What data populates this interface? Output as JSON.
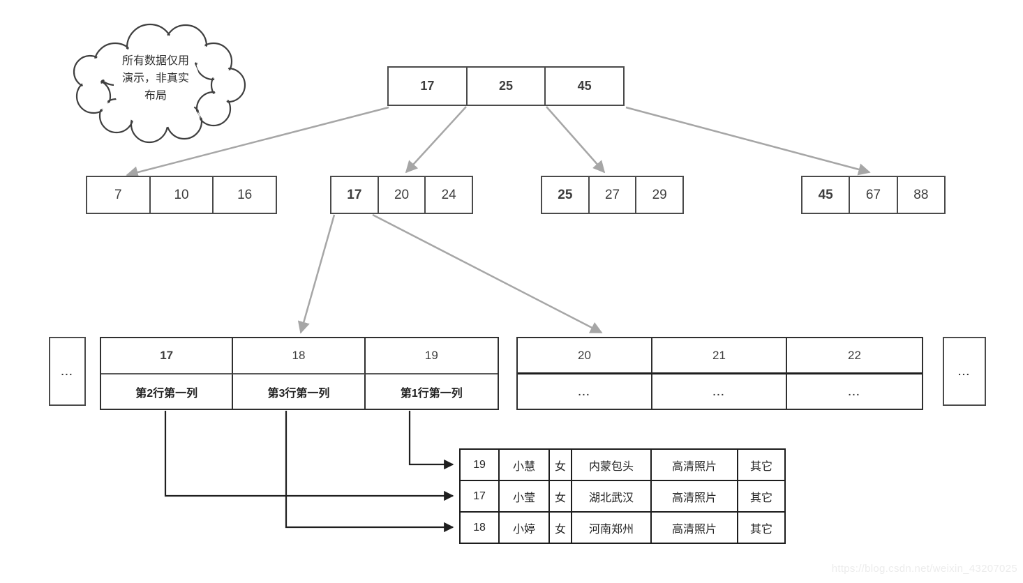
{
  "cloud": {
    "line1": "所有数据仅用",
    "line2": "演示，非真实",
    "line3": "布局"
  },
  "tree": {
    "root": [
      "17",
      "25",
      "45"
    ],
    "level2": [
      [
        "7",
        "10",
        "16"
      ],
      [
        "17",
        "20",
        "24"
      ],
      [
        "25",
        "27",
        "29"
      ],
      [
        "45",
        "67",
        "88"
      ]
    ],
    "ellipsis_left": "...",
    "ellipsis_right": "...",
    "leaf_left": {
      "headers": [
        "17",
        "18",
        "19"
      ],
      "labels": [
        "第2行第一列",
        "第3行第一列",
        "第1行第一列"
      ]
    },
    "leaf_right": {
      "headers": [
        "20",
        "21",
        "22"
      ],
      "labels": [
        "...",
        "...",
        "..."
      ]
    }
  },
  "data_table": {
    "rows": [
      [
        "19",
        "小慧",
        "女",
        "内蒙包头",
        "高清照片",
        "其它"
      ],
      [
        "17",
        "小莹",
        "女",
        "湖北武汉",
        "高清照片",
        "其它"
      ],
      [
        "18",
        "小婷",
        "女",
        "河南郑州",
        "高清照片",
        "其它"
      ]
    ]
  },
  "watermark": "https://blog.csdn.net/weixin_43207025",
  "colors": {
    "highlight_red": "#cf2b1e",
    "highlight_blue": "#4472c4",
    "tree_arrow_gray": "#a6a6a6",
    "pointer_arrow_black": "#1f1f1f",
    "border_dark": "#2f2f2f",
    "watermark_gray": "#ececec"
  }
}
